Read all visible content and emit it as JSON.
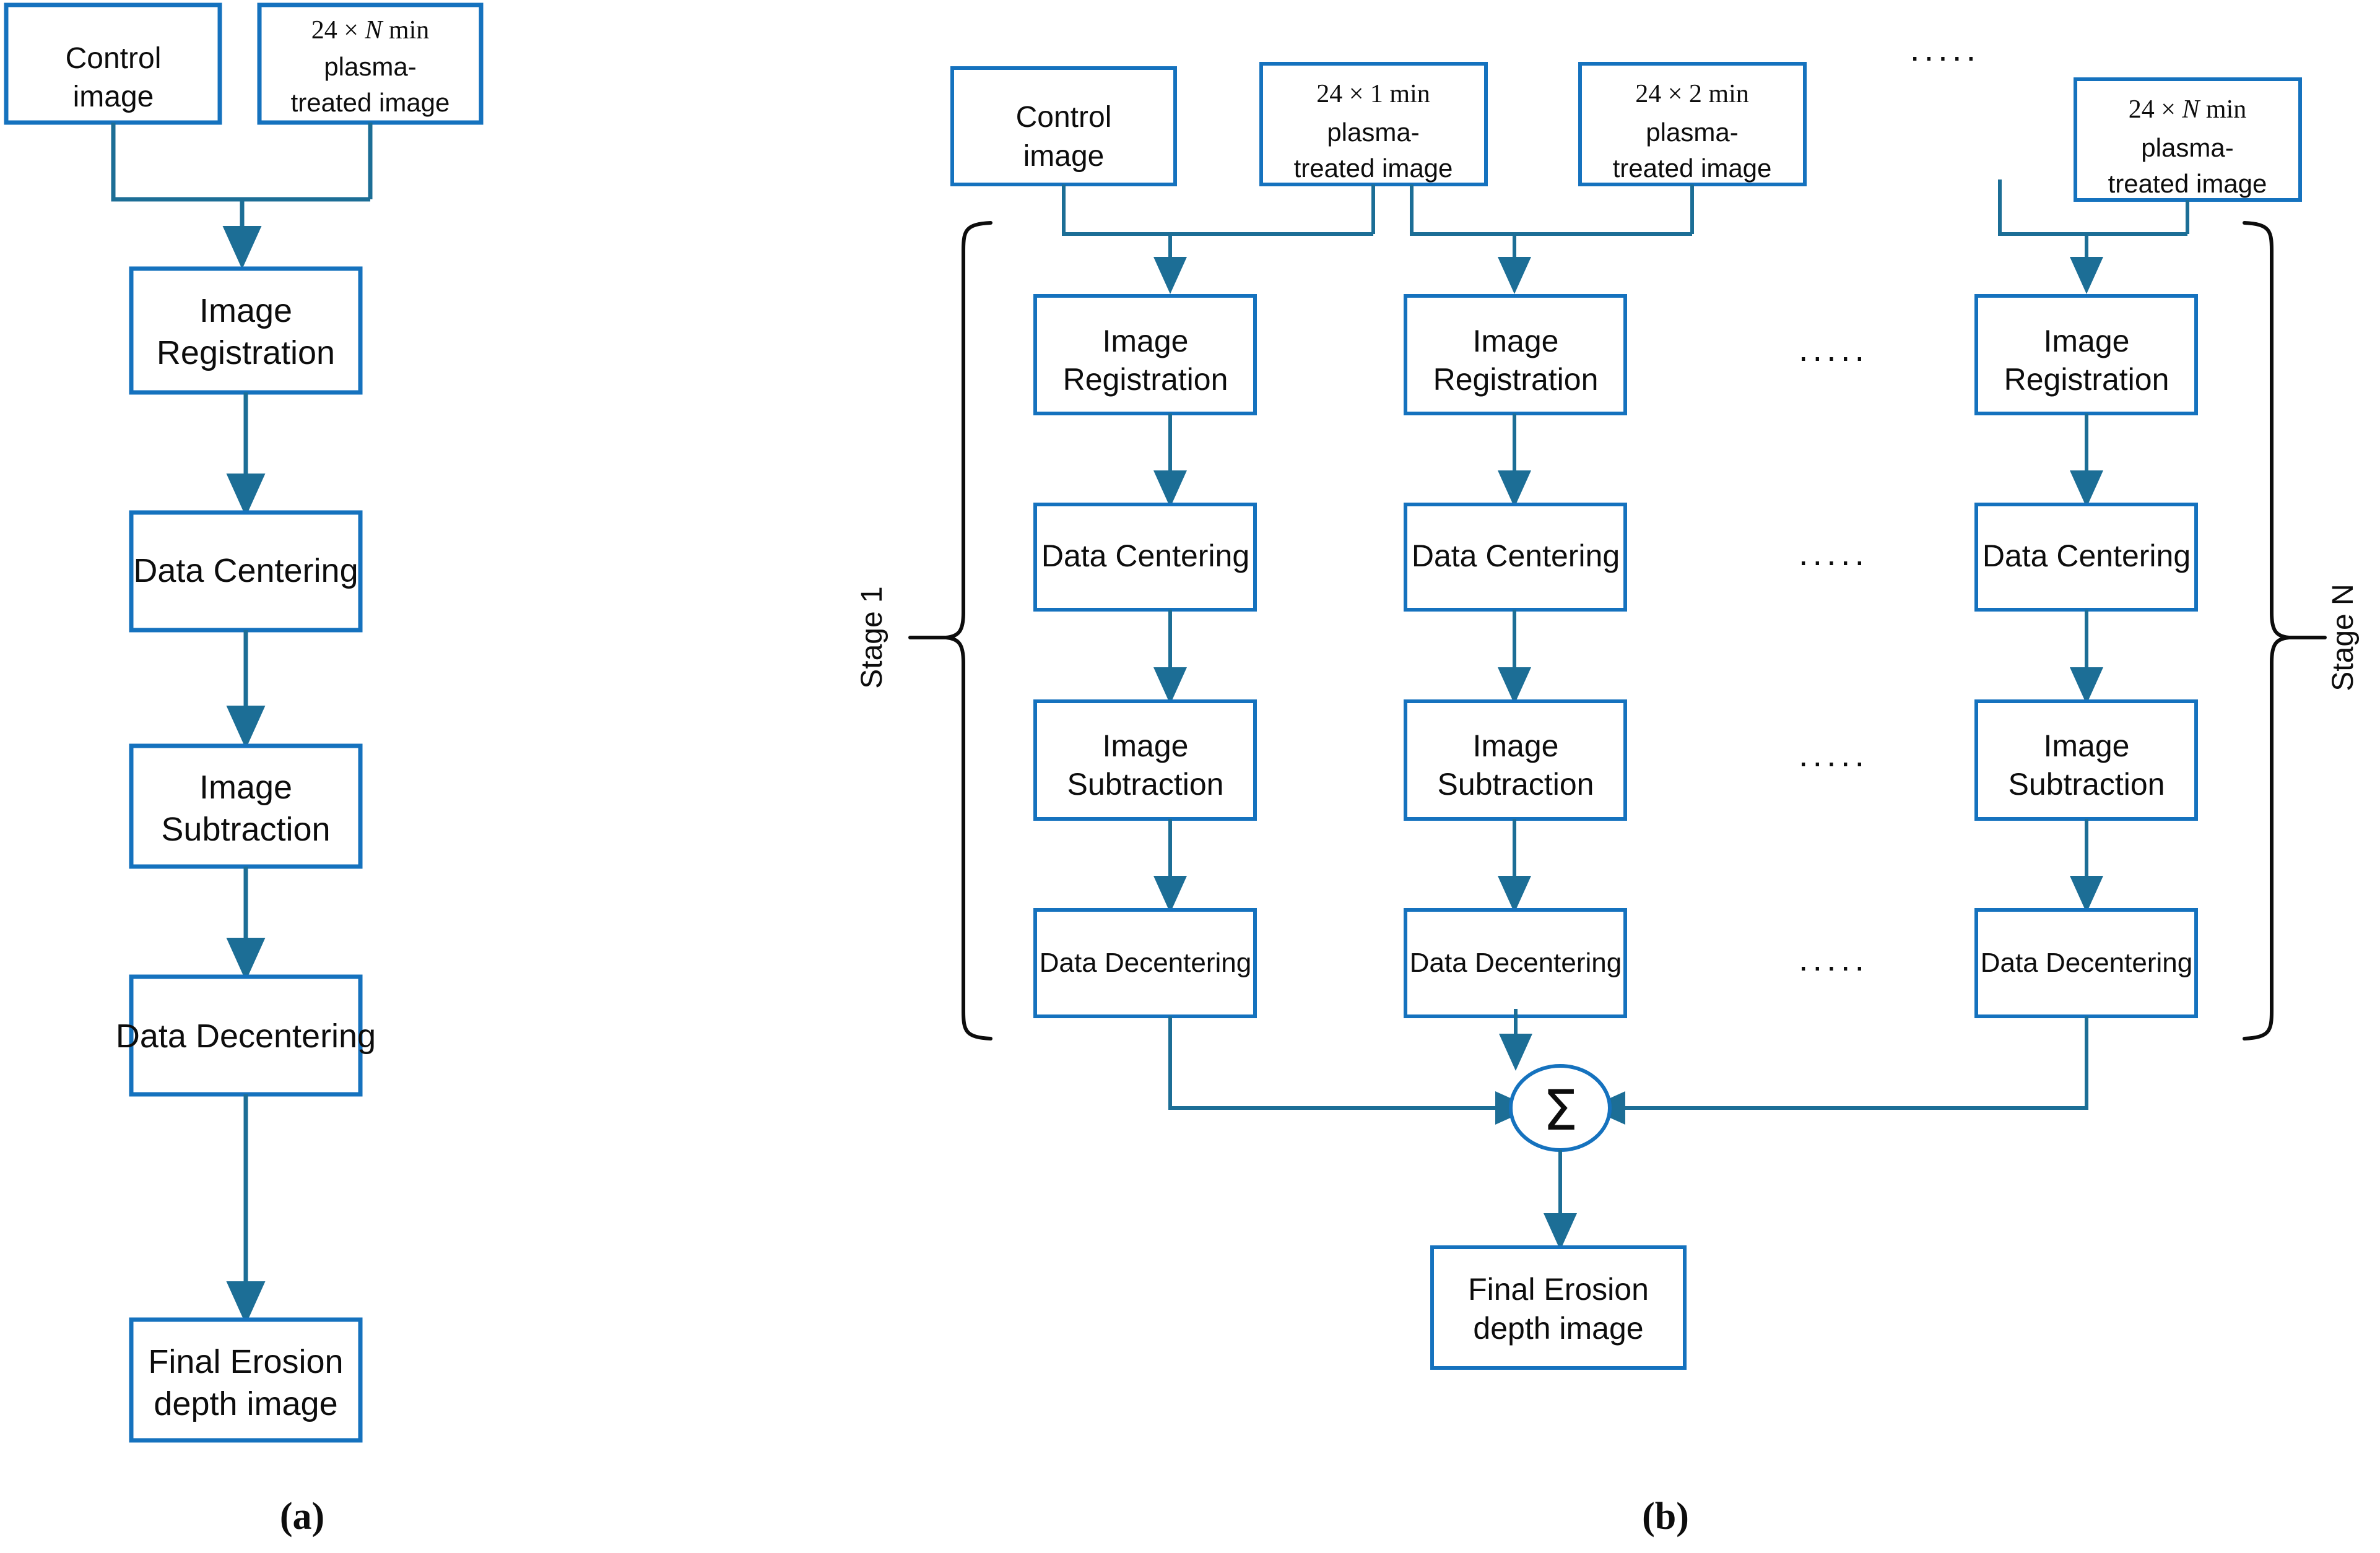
{
  "figure": {
    "panels": [
      {
        "id": "a",
        "caption": "(a)",
        "inputs": [
          {
            "lines": [
              "Control",
              "image"
            ]
          },
          {
            "lines": [
              "24  × N min",
              "plasma-",
              "treated image"
            ],
            "math_prefix": "24  × ",
            "math_italic": "N",
            "math_suffix": " min"
          }
        ],
        "steps": [
          {
            "lines": [
              "Image",
              "Registration"
            ]
          },
          {
            "lines": [
              "Data Centering"
            ]
          },
          {
            "lines": [
              "Image",
              "Subtraction"
            ]
          },
          {
            "lines": [
              "Data Decentering"
            ]
          },
          {
            "lines": [
              "Final Erosion",
              "depth image"
            ]
          }
        ]
      },
      {
        "id": "b",
        "caption": "(b)",
        "control_input": {
          "lines": [
            "Control",
            "image"
          ]
        },
        "treated_inputs": [
          {
            "prefix": "24  × 1",
            "suffix": " min",
            "lines": [
              "plasma-",
              "treated image"
            ]
          },
          {
            "prefix": "24  × 2",
            "suffix": " min",
            "lines": [
              "plasma-",
              "treated image"
            ]
          },
          {
            "prefix": "24 × ",
            "italic": "N",
            "suffix": " min",
            "lines": [
              "plasma-",
              "treated image"
            ]
          }
        ],
        "columns": [
          {
            "steps": [
              {
                "lines": [
                  "Image",
                  "Registration"
                ]
              },
              {
                "lines": [
                  "Data Centering"
                ]
              },
              {
                "lines": [
                  "Image",
                  "Subtraction"
                ]
              },
              {
                "lines": [
                  "Data Decentering"
                ]
              }
            ]
          },
          {
            "steps": [
              {
                "lines": [
                  "Image",
                  "Registration"
                ]
              },
              {
                "lines": [
                  "Data Centering"
                ]
              },
              {
                "lines": [
                  "Image",
                  "Subtraction"
                ]
              },
              {
                "lines": [
                  "Data Decentering"
                ]
              }
            ]
          },
          {
            "steps": [
              {
                "lines": [
                  "Image",
                  "Registration"
                ]
              },
              {
                "lines": [
                  "Data Centering"
                ]
              },
              {
                "lines": [
                  "Image",
                  "Subtraction"
                ]
              },
              {
                "lines": [
                  "Data Decentering"
                ]
              }
            ]
          }
        ],
        "ellipsis": "·····",
        "ellipsis_rows": 4,
        "summation_symbol": "Σ",
        "output": {
          "lines": [
            "Final Erosion",
            "depth image"
          ]
        },
        "stage_labels": {
          "first": "Stage 1",
          "last": "Stage N"
        }
      }
    ]
  },
  "colors": {
    "box_border": "#1572BE",
    "connector": "#1C6E96",
    "bracket": "#0d0d0d",
    "text": "#0d0d0d",
    "background": "#ffffff"
  }
}
